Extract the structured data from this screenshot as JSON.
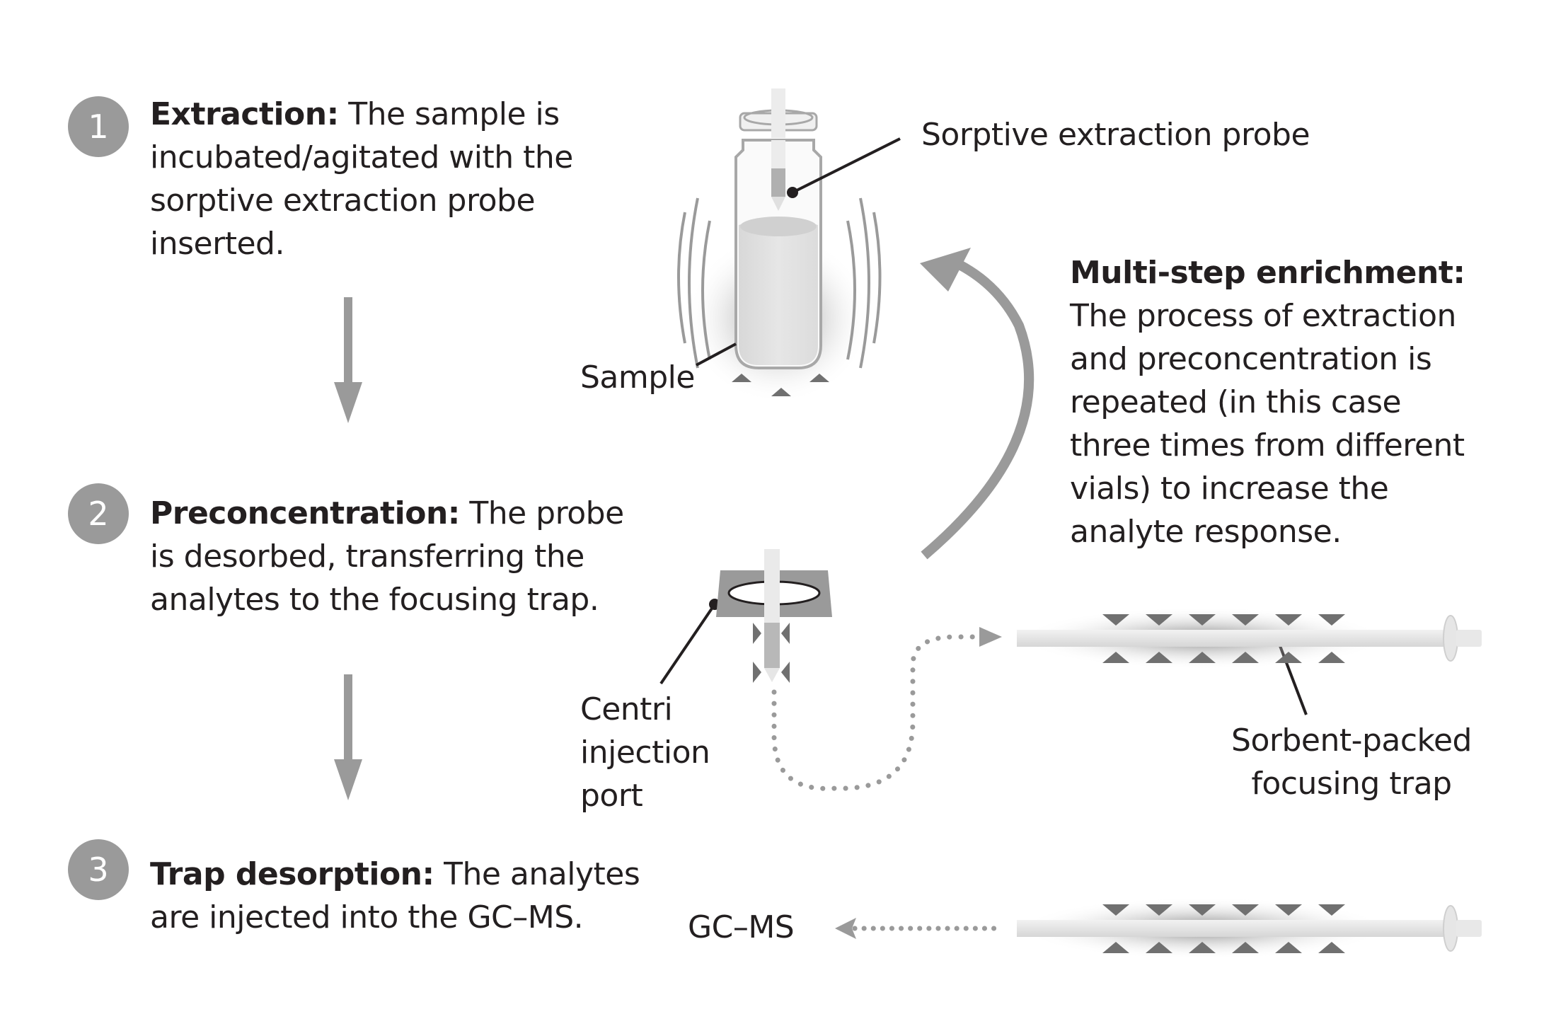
{
  "steps": [
    {
      "number": "1",
      "title": "Extraction:",
      "text": " The sample is incubated/agitated with the sorptive extraction probe inserted.",
      "lines": [
        "The sample is",
        "incubated/agitated with the",
        "sorptive extraction probe",
        "inserted."
      ]
    },
    {
      "number": "2",
      "title": "Preconcentration:",
      "text": " The probe is desorbed, transferring the analytes to the focusing trap.",
      "lines": [
        "The probe",
        "is desorbed, transferring the",
        "analytes to the focusing trap."
      ]
    },
    {
      "number": "3",
      "title": "Trap desorption:",
      "text": " The analytes are injected into the GC–MS.",
      "lines": [
        "The analytes",
        "are injected into the GC–MS."
      ]
    }
  ],
  "labels": {
    "probe": "Sorptive extraction probe",
    "sample": "Sample",
    "centri": [
      "Centri",
      "injection",
      "port"
    ],
    "trap": [
      "Sorbent-packed",
      "focusing trap"
    ],
    "gcms": "GC–MS"
  },
  "enrichment": {
    "title": "Multi-step enrichment:",
    "lines": [
      "The process of extraction",
      "and preconcentration is",
      "repeated (in this case",
      "three times from different",
      "vials) to increase the",
      "analyte response."
    ]
  },
  "colors": {
    "gray": "#9a9a9a",
    "dark_gray": "#707070",
    "text": "#231f20",
    "light": "#e2e2e2"
  }
}
